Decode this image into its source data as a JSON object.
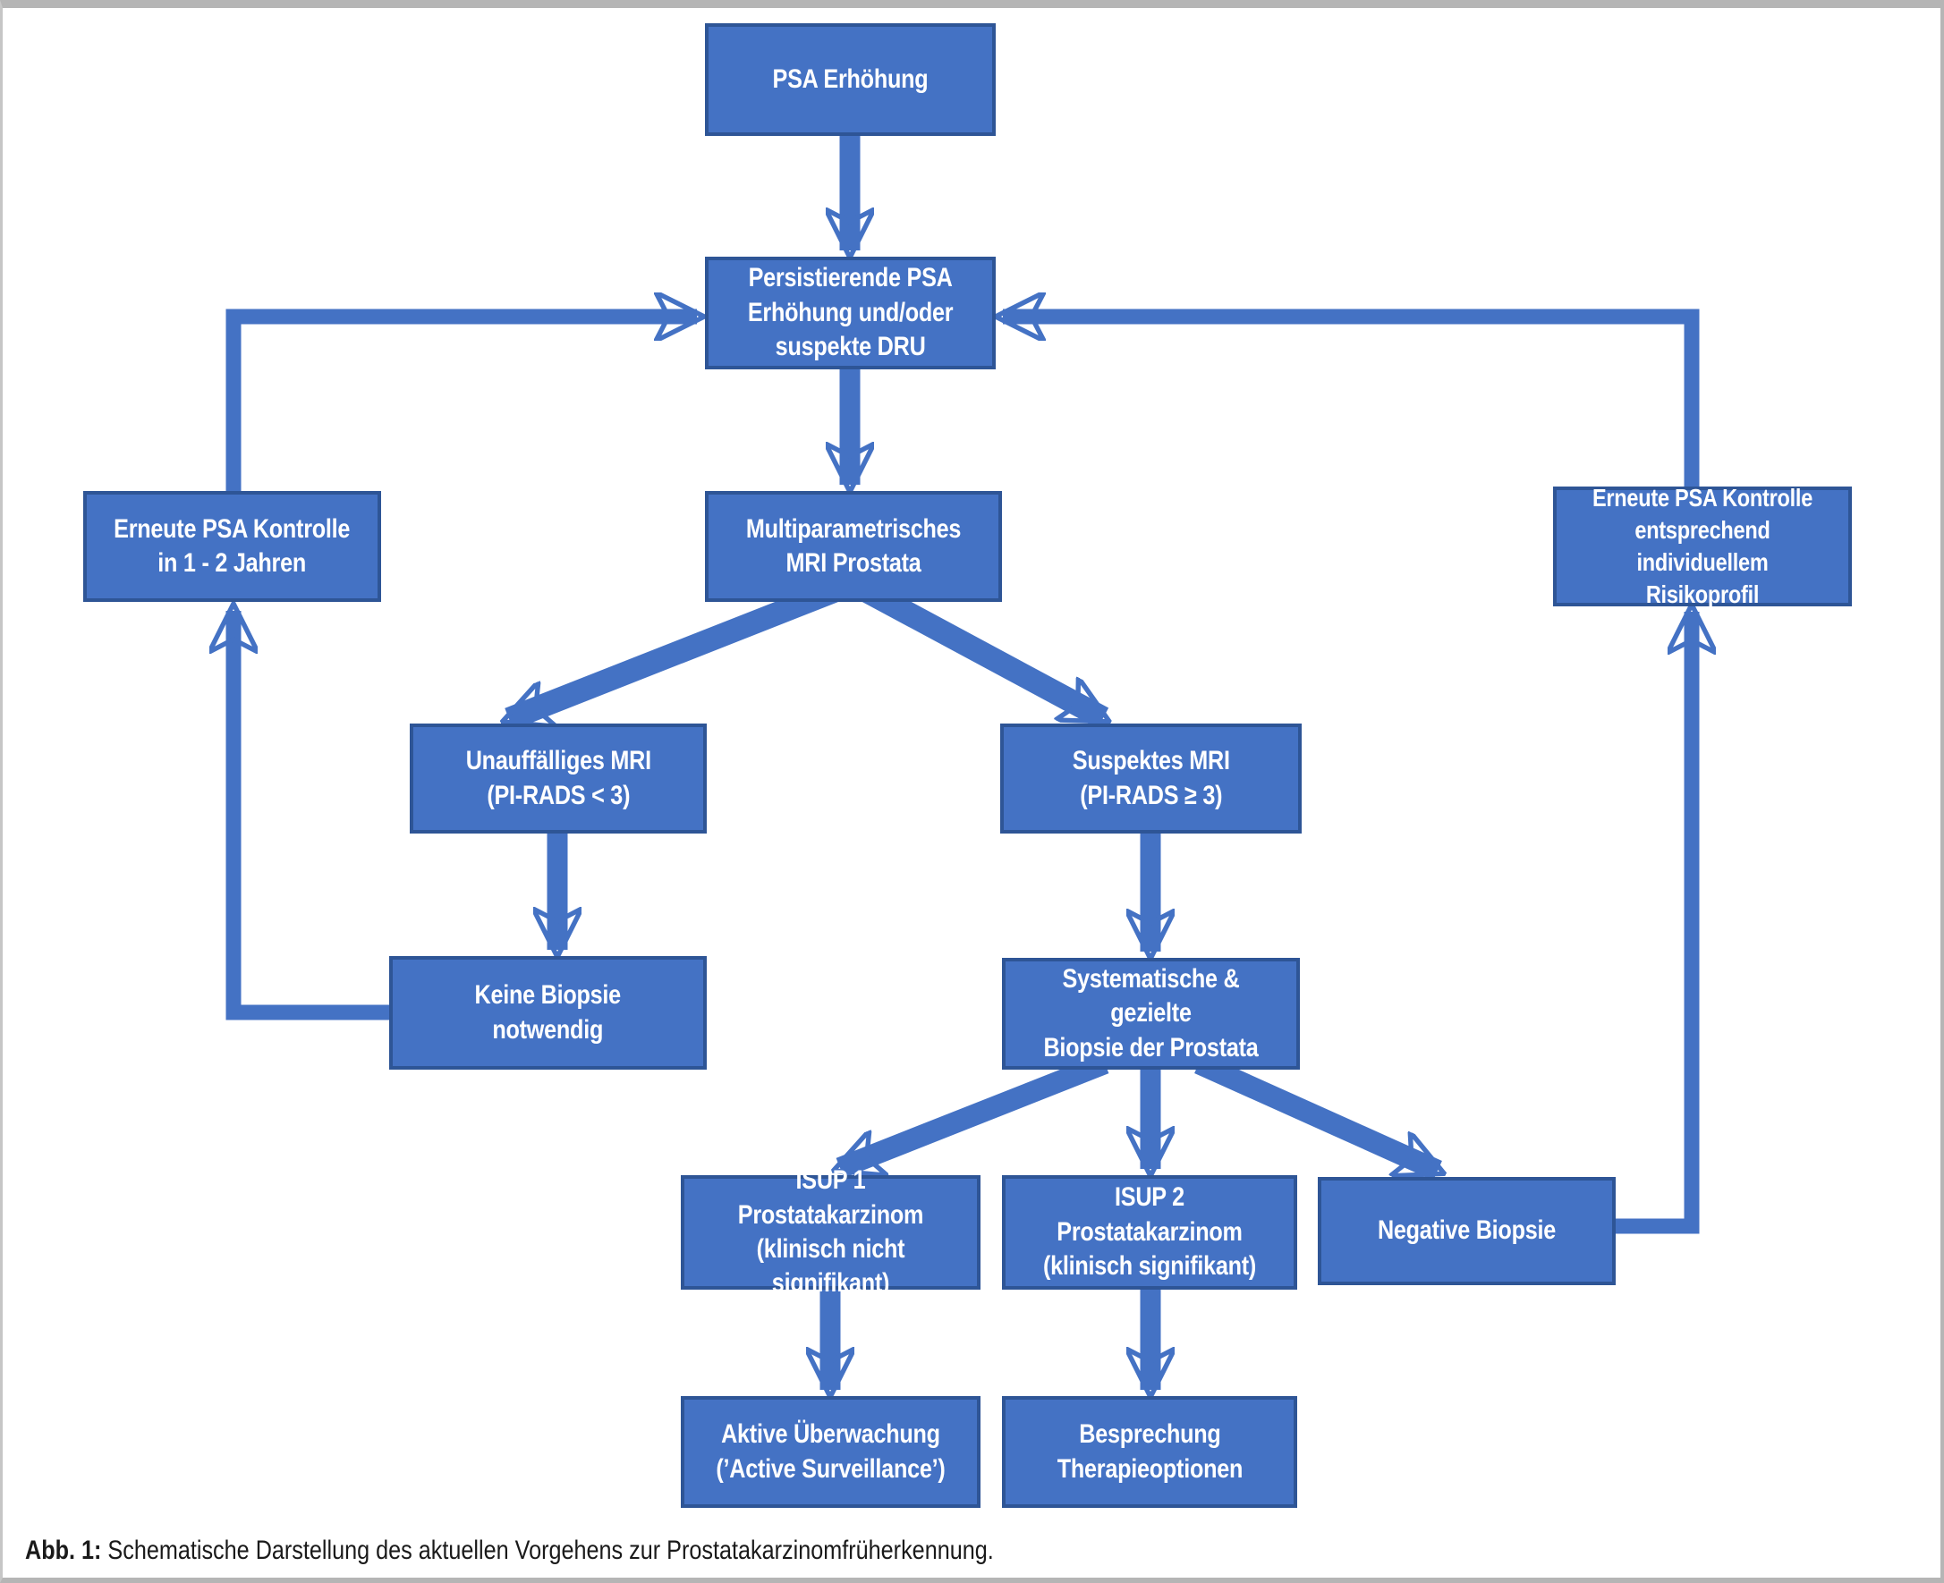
{
  "diagram": {
    "caption": {
      "label": "Abb. 1:",
      "text": "Schematische Darstellung des aktuellen Vorgehens zur Prostatakarzinomfrüherkennung."
    },
    "nodes": {
      "psa": {
        "label": "PSA Erhöhung"
      },
      "persistierend": {
        "label": "Persistierende PSA\nErhöhung und/oder\nsuspekte DRU"
      },
      "mri": {
        "label": "Multiparametrisches\nMRI Prostata"
      },
      "kontrolle_links": {
        "label": "Erneute PSA Kontrolle\nin 1 - 2 Jahren"
      },
      "kontrolle_rechts": {
        "label": "Erneute PSA Kontrolle\nentsprechend\nindividuellem Risikoprofil"
      },
      "unauffaellig": {
        "label": "Unauffälliges MRI\n(PI-RADS < 3)"
      },
      "suspekt": {
        "label": "Suspektes MRI\n(PI-RADS ≥ 3)"
      },
      "keine_biopsie": {
        "label": "Keine Biopsie\nnotwendig"
      },
      "biopsie": {
        "label": "Systematische & gezielte\nBiopsie der Prostata"
      },
      "isup1": {
        "label": "ISUP 1 Prostatakarzinom\n(klinisch nicht signifikant)"
      },
      "isup2": {
        "label": "ISUP 2 Prostatakarzinom\n(klinisch signifikant)"
      },
      "negative_biopsie": {
        "label": "Negative Biopsie"
      },
      "aktive_ueberwachung": {
        "label": "Aktive Überwachung\n(’Active Surveillance’)"
      },
      "besprechung": {
        "label": "Besprechung\nTherapieoptionen"
      }
    },
    "edges": [
      {
        "from": "psa",
        "to": "persistierend"
      },
      {
        "from": "persistierend",
        "to": "mri"
      },
      {
        "from": "mri",
        "to": "unauffaellig"
      },
      {
        "from": "mri",
        "to": "suspekt"
      },
      {
        "from": "unauffaellig",
        "to": "keine_biopsie"
      },
      {
        "from": "suspekt",
        "to": "biopsie"
      },
      {
        "from": "biopsie",
        "to": "isup1"
      },
      {
        "from": "biopsie",
        "to": "isup2"
      },
      {
        "from": "biopsie",
        "to": "negative_biopsie"
      },
      {
        "from": "isup1",
        "to": "aktive_ueberwachung"
      },
      {
        "from": "isup2",
        "to": "besprechung"
      },
      {
        "from": "keine_biopsie",
        "to": "kontrolle_links"
      },
      {
        "from": "kontrolle_links",
        "to": "persistierend"
      },
      {
        "from": "negative_biopsie",
        "to": "kontrolle_rechts"
      },
      {
        "from": "kontrolle_rechts",
        "to": "persistierend"
      }
    ],
    "colors": {
      "box_fill": "#4472C4",
      "box_border": "#2E5596",
      "arrow": "#4472C4",
      "box_text": "#FFFFFF",
      "caption_text": "#1A1A1A",
      "frame": "#B5B5B5",
      "background": "#FFFFFF"
    }
  }
}
